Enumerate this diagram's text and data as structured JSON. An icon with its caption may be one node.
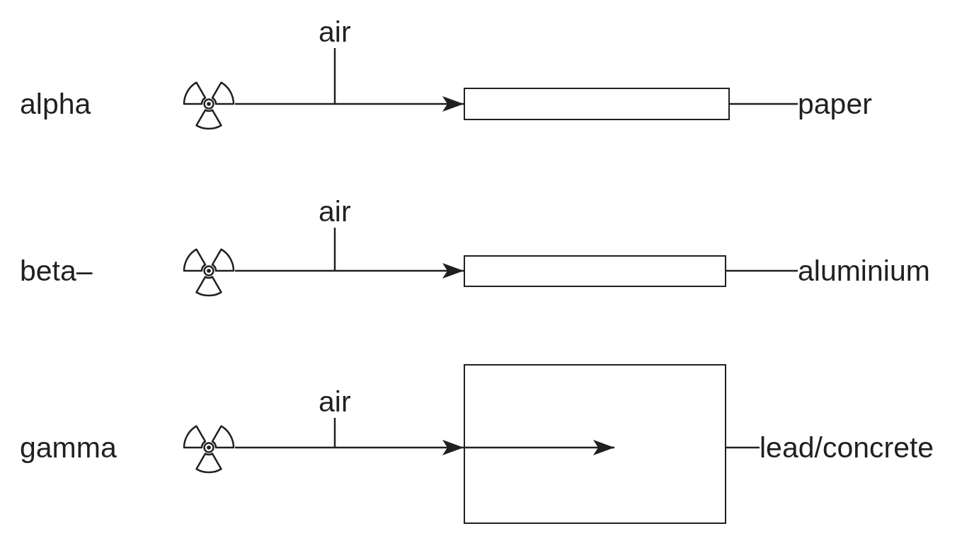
{
  "diagram": {
    "nodes": [
      {
        "text": [],
        "shape": "trefoil"
      },
      {
        "text": [
          "air"
        ]
      },
      {
        "text": [],
        "shape": "box"
      },
      {
        "text": [
          "paper"
        ]
      },
      {
        "text": [],
        "shape": "trefoil"
      },
      {
        "text": [
          "air"
        ]
      },
      {
        "text": [],
        "shape": "box"
      },
      {
        "text": [
          "aluminium"
        ]
      },
      {
        "text": [],
        "shape": "trefoil"
      },
      {
        "text": [
          "air"
        ]
      },
      {
        "text": [],
        "shape": "box"
      },
      {
        "text": [
          "lead/concrete"
        ]
      }
    ],
    "edges": [
      {
        "from": 0,
        "to": 2,
        "arrow": "to"
      },
      {
        "from": 1,
        "to": null,
        "arrow": "none"
      },
      {
        "from": 3,
        "to": 2,
        "arrow": "none"
      },
      {
        "from": 4,
        "to": 6,
        "arrow": "to"
      },
      {
        "from": 5,
        "to": null,
        "arrow": "none"
      },
      {
        "from": 7,
        "to": 6,
        "arrow": "none"
      },
      {
        "from": 8,
        "to": 10,
        "arrow": "to"
      },
      {
        "from": 9,
        "to": null,
        "arrow": "none"
      },
      {
        "from": 11,
        "to": 10,
        "arrow": "none"
      }
    ],
    "labels": [
      "alpha",
      "beta–",
      "gamma"
    ]
  }
}
